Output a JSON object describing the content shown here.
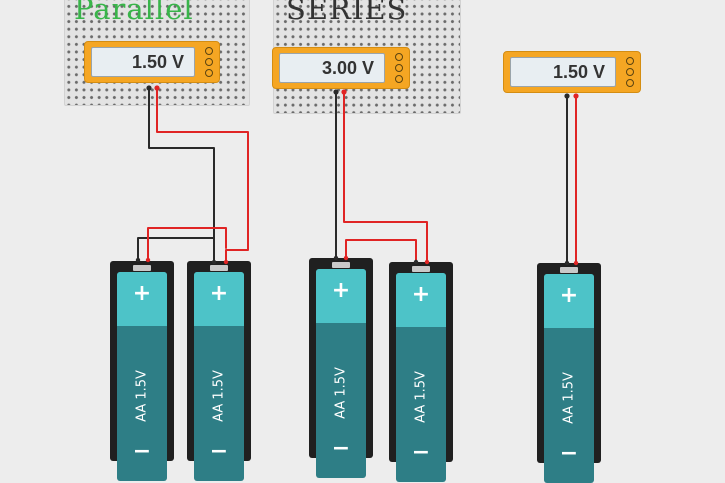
{
  "circuits": {
    "parallel": {
      "title": "Parallel",
      "title_color": "#39b54a",
      "meter_reading": "1.50 V",
      "batteries": [
        {
          "plus": "+",
          "label": "AA 1.5V",
          "minus": "−"
        },
        {
          "plus": "+",
          "label": "AA 1.5V",
          "minus": "−"
        }
      ]
    },
    "series": {
      "title": "SERIES",
      "title_color": "#333333",
      "meter_reading": "3.00 V",
      "batteries": [
        {
          "plus": "+",
          "label": "AA 1.5V",
          "minus": "−"
        },
        {
          "plus": "+",
          "label": "AA 1.5V",
          "minus": "−"
        }
      ]
    },
    "single": {
      "meter_reading": "1.50 V",
      "batteries": [
        {
          "plus": "+",
          "label": "AA 1.5V",
          "minus": "−"
        }
      ]
    }
  },
  "colors": {
    "canvas": "#ededed",
    "meter_body": "#f5a623",
    "battery_cap": "#4dc3c8",
    "battery_body": "#2e7e86",
    "wire_positive": "#e02424",
    "wire_negative": "#2a2a2a"
  }
}
